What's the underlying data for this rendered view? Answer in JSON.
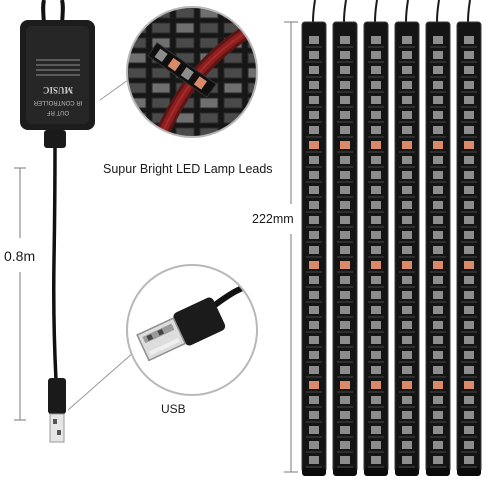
{
  "labels": {
    "lead_caption": "Supur Bright LED Lamp Leads",
    "cable_length": "0.8m",
    "strip_length": "222mm",
    "usb_caption": "USB"
  },
  "controller": {
    "brand": "MUSIC",
    "type": "IR CONTROLLER",
    "ports": [
      "OUT",
      "RF"
    ]
  },
  "strips": {
    "count": 6
  },
  "colors": {
    "strip_body": "#141414",
    "led_body": "#8c8c8c",
    "led_lit": "#d98a6a",
    "callout_line": "#9a9a9a",
    "dimension_line": "#7a7a7a"
  }
}
